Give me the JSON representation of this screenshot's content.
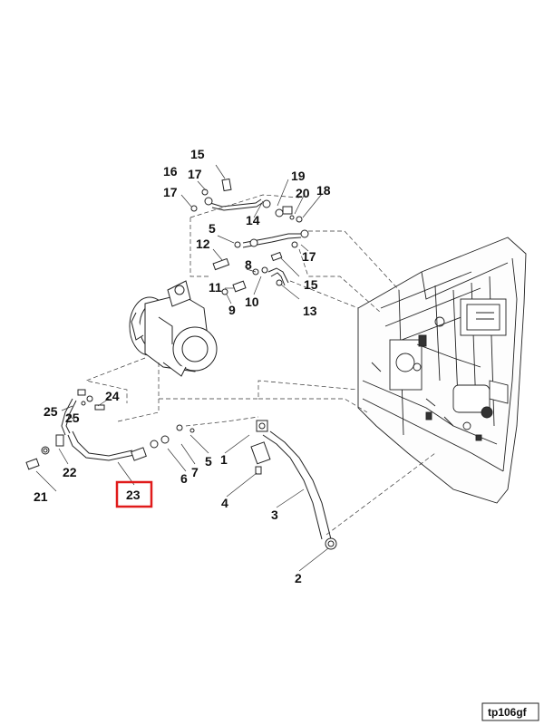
{
  "diagram": {
    "labels": [
      {
        "id": "p15a",
        "text": "15"
      },
      {
        "id": "p16",
        "text": "16"
      },
      {
        "id": "p17a",
        "text": "17"
      },
      {
        "id": "p17b",
        "text": "17"
      },
      {
        "id": "p19",
        "text": "19"
      },
      {
        "id": "p20",
        "text": "20"
      },
      {
        "id": "p18",
        "text": "18"
      },
      {
        "id": "p14",
        "text": "14"
      },
      {
        "id": "p5a",
        "text": "5"
      },
      {
        "id": "p12",
        "text": "12"
      },
      {
        "id": "p17c",
        "text": "17"
      },
      {
        "id": "p8",
        "text": "8"
      },
      {
        "id": "p15b",
        "text": "15"
      },
      {
        "id": "p11",
        "text": "11"
      },
      {
        "id": "p10",
        "text": "10"
      },
      {
        "id": "p9",
        "text": "9"
      },
      {
        "id": "p13",
        "text": "13"
      },
      {
        "id": "p24",
        "text": "24"
      },
      {
        "id": "p25a",
        "text": "25"
      },
      {
        "id": "p25b",
        "text": "25"
      },
      {
        "id": "p22",
        "text": "22"
      },
      {
        "id": "p21",
        "text": "21"
      },
      {
        "id": "p23",
        "text": "23"
      },
      {
        "id": "p6",
        "text": "6"
      },
      {
        "id": "p7",
        "text": "7"
      },
      {
        "id": "p5b",
        "text": "5"
      },
      {
        "id": "p1",
        "text": "1"
      },
      {
        "id": "p4",
        "text": "4"
      },
      {
        "id": "p3",
        "text": "3"
      },
      {
        "id": "p2",
        "text": "2"
      }
    ],
    "highlighted_part": "23",
    "highlight_color": "#e01b1b",
    "drawing_code": "tp106gf"
  }
}
